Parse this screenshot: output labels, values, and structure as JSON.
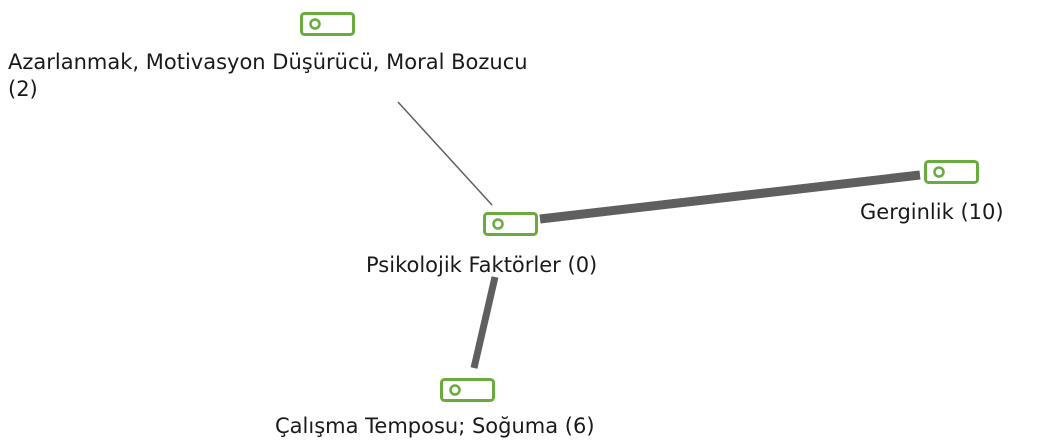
{
  "diagram": {
    "icon_color": "#6aab3f",
    "edge_color": "#5f5f5f",
    "nodes": [
      {
        "id": "central",
        "name": "Psikolojik Faktörler",
        "count": "(0)",
        "icon": "tag-icon"
      },
      {
        "id": "azarlanmak",
        "name": "Azarlanmak, Motivasyon Düşürücü, Moral Bozucu",
        "count": "(2)",
        "icon": "tag-icon"
      },
      {
        "id": "gerginlik",
        "name": "Gerginlik",
        "count": "(10)",
        "icon": "tag-icon"
      },
      {
        "id": "calisma",
        "name": "Çalışma Temposu; Soğuma",
        "count": "(6)",
        "icon": "tag-icon"
      }
    ],
    "edges": [
      {
        "from": "central",
        "to": "azarlanmak",
        "weight": 2
      },
      {
        "from": "central",
        "to": "gerginlik",
        "weight": 10
      },
      {
        "from": "central",
        "to": "calisma",
        "weight": 6
      }
    ]
  }
}
